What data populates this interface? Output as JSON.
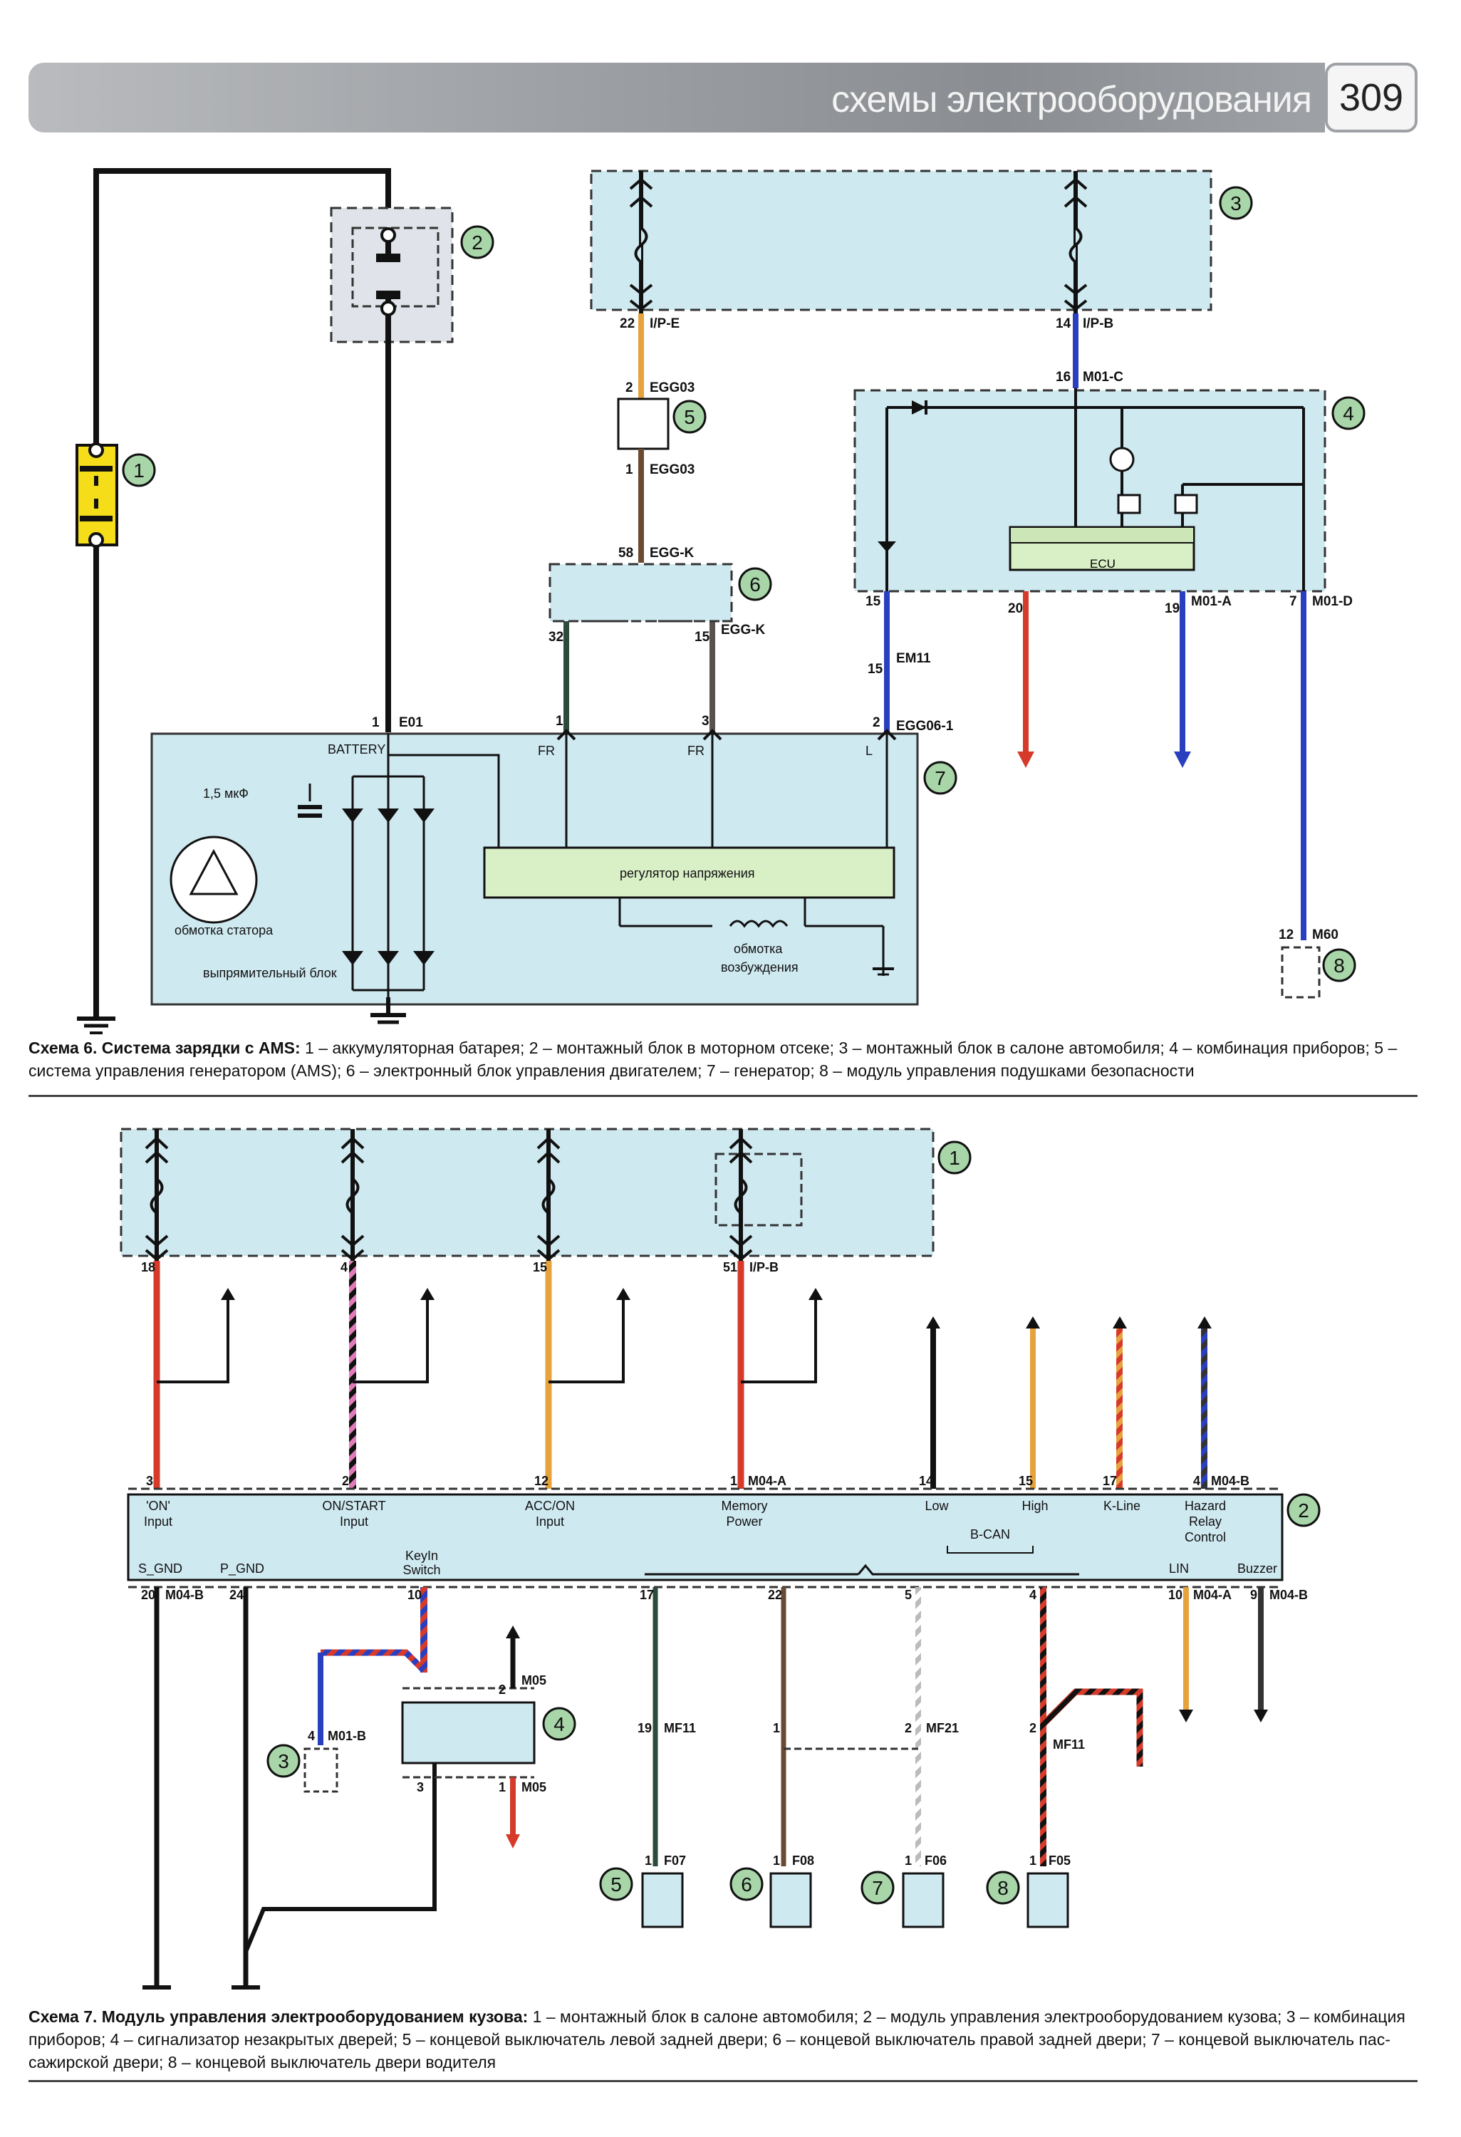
{
  "header": {
    "title": "схемы электрооборудования",
    "page_number": "309"
  },
  "scheme6": {
    "caption_title": "Схема 6. Система зарядки с AMS:",
    "caption_text": " 1 – аккумуляторная батарея; 2 – монтажный блок в моторном отсеке; 3 – монтажный блок в салоне автомобиля; 4 – комбинация приборов; 5 – система управления генератором (AMS); 6 – электронный блок управления двигателем; 7 – генератор; 8 – модуль управления подушками безопасности",
    "callouts": [
      "1",
      "2",
      "3",
      "4",
      "5",
      "6",
      "7",
      "8"
    ],
    "connectors": {
      "e01_pin": "1",
      "e01": "E01",
      "ipe_pin": "22",
      "ipe": "I/P-E",
      "egg03_top_pin": "2",
      "egg03_top": "EGG03",
      "egg03_bot_pin": "1",
      "egg03_bot": "EGG03",
      "eggk58_pin": "58",
      "eggk58": "EGG-K",
      "eggk15_pin": "15",
      "eggk15": "EGG-K",
      "pin32": "32",
      "ipb_pin": "14",
      "ipb": "I/P-B",
      "m01c_pin": "16",
      "m01c": "M01-C",
      "pin15a": "15",
      "pin20": "20",
      "m01a_pin": "19",
      "m01a": "M01-A",
      "m01d_pin": "7",
      "m01d": "M01-D",
      "em11_pin": "15",
      "em11": "EM11",
      "egg061_pin": "2",
      "egg061": "EGG06-1",
      "fr1_pin": "1",
      "fr2_pin": "3",
      "m60_pin": "12",
      "m60": "M60"
    },
    "labels": {
      "battery": "BATTERY",
      "fr1": "FR",
      "fr2": "FR",
      "l": "L",
      "capacitor": "1,5 мкФ",
      "regulator": "регулятор напряжения",
      "stator": "обмотка статора",
      "rectifier": "выпрямительный блок",
      "field1": "обмотка",
      "field2": "возбуждения",
      "ecu": "ECU"
    }
  },
  "scheme7": {
    "caption_title": "Схема 7. Модуль управления электрооборудованием кузова:",
    "caption_line1": " 1 – монтажный блок в салоне автомобиля; 2 – модуль управления электрооборудованием кузова; 3 – комбинация",
    "caption_line2": "приборов; 4 – сигнализатор незакрытых дверей; 5 – концевой выключатель левой задней двери; 6 – концевой выключатель правой задней двери; 7 – концевой выключатель пас-",
    "caption_line3": "сажирской двери; 8 – концевой выключатель двери водителя",
    "callouts": [
      "1",
      "2",
      "3",
      "4",
      "5",
      "6",
      "7",
      "8"
    ],
    "top_pins": {
      "p18": "18",
      "p4": "4",
      "p15": "15",
      "p51": "51",
      "ipb": "I/P-B"
    },
    "module_pins_top": [
      {
        "pin": "3",
        "label1": "'ON'",
        "label2": "Input"
      },
      {
        "pin": "2",
        "label1": "ON/START",
        "label2": "Input"
      },
      {
        "pin": "12",
        "label1": "ACC/ON",
        "label2": "Input"
      },
      {
        "pin": "1",
        "label1": "Memory",
        "label2": "Power"
      },
      {
        "pin": "14",
        "label1": "Low",
        "label2": ""
      },
      {
        "pin": "15",
        "label1": "High",
        "label2": ""
      },
      {
        "pin": "17",
        "label1": "K-Line",
        "label2": ""
      },
      {
        "pin": "4",
        "label1": "Hazard",
        "label2": "Relay"
      }
    ],
    "m04a_top": "M04-A",
    "m04b_top": "M04-B",
    "hazard3": "Control",
    "bcan": "B-CAN",
    "module_bottom": {
      "sgnd": "S_GND",
      "pgnd": "P_GND",
      "keyin1": "KeyIn",
      "keyin2": "Switch",
      "lin": "LIN",
      "buzzer": "Buzzer",
      "p20": "20",
      "m04b": "M04-B",
      "p24": "24",
      "p10": "10",
      "p17": "17",
      "p22": "22",
      "p5": "5",
      "p4": "4",
      "p10b": "10",
      "m04a": "M04-A",
      "p9": "9",
      "m04b2": "M04-B"
    },
    "sub": {
      "m01b_pin": "4",
      "m01b": "M01-B",
      "m05a_pin": "2",
      "m05a": "M05",
      "m05b_pin": "1",
      "m05b": "M05",
      "p3": "3",
      "mf11a_pin": "19",
      "mf11a": "MF11",
      "mf21_pin": "2",
      "mf21": "MF21",
      "p1b": "1",
      "mf11b_pin": "2",
      "mf11b": "MF11",
      "f07_pin": "1",
      "f07": "F07",
      "f08_pin": "1",
      "f08": "F08",
      "f06_pin": "1",
      "f06": "F06",
      "f05_pin": "1",
      "f05": "F05"
    }
  },
  "colors": {
    "box_fill": "#cfe9f1",
    "callout_fill": "#a8d6a9",
    "fuse_yellow": "#f5dd1a",
    "wire_orange": "#e6a23c",
    "wire_brown": "#6b4a32",
    "wire_blue": "#2a3fbf",
    "wire_red": "#d63a2a",
    "wire_pink": "#e07ab8",
    "wire_green": "#2e6b3a",
    "regulator_fill": "#d9efc6"
  }
}
